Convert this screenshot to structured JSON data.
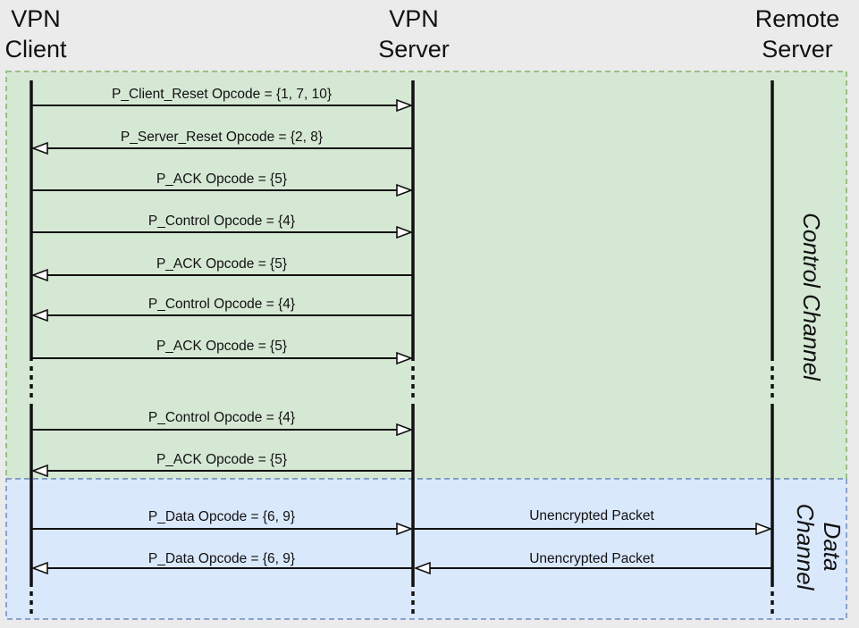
{
  "lifelines": [
    {
      "line1": "VPN",
      "line2": "Client"
    },
    {
      "line1": "VPN",
      "line2": "Server"
    },
    {
      "line1": "Remote",
      "line2": "Server"
    }
  ],
  "regions": {
    "control": {
      "label": "Control Channel",
      "fill": "#d5e8d4",
      "border": "#82b366"
    },
    "data": {
      "label_line1": "Data",
      "label_line2": "Channel",
      "fill": "#dae8fc",
      "border": "#6c8ebf"
    }
  },
  "messages": [
    {
      "label": "P_Client_Reset Opcode = {1, 7, 10}",
      "direction": "client-to-server"
    },
    {
      "label": "P_Server_Reset Opcode = {2, 8}",
      "direction": "server-to-client"
    },
    {
      "label": "P_ACK Opcode = {5}",
      "direction": "client-to-server"
    },
    {
      "label": "P_Control Opcode = {4}",
      "direction": "client-to-server"
    },
    {
      "label": "P_ACK Opcode = {5}",
      "direction": "server-to-client"
    },
    {
      "label": "P_Control Opcode = {4}",
      "direction": "server-to-client"
    },
    {
      "label": "P_ACK Opcode = {5}",
      "direction": "client-to-server"
    },
    {
      "label": "P_Control Opcode = {4}",
      "direction": "client-to-server"
    },
    {
      "label": "P_ACK Opcode = {5}",
      "direction": "server-to-client"
    },
    {
      "label": "P_Data Opcode = {6, 9}",
      "direction": "client-to-server"
    },
    {
      "label": "P_Data Opcode = {6, 9}",
      "direction": "server-to-client"
    }
  ],
  "remote_messages": [
    {
      "label": "Unencrypted Packet",
      "direction": "server-to-remote"
    },
    {
      "label": "Unencrypted Packet",
      "direction": "remote-to-server"
    }
  ]
}
